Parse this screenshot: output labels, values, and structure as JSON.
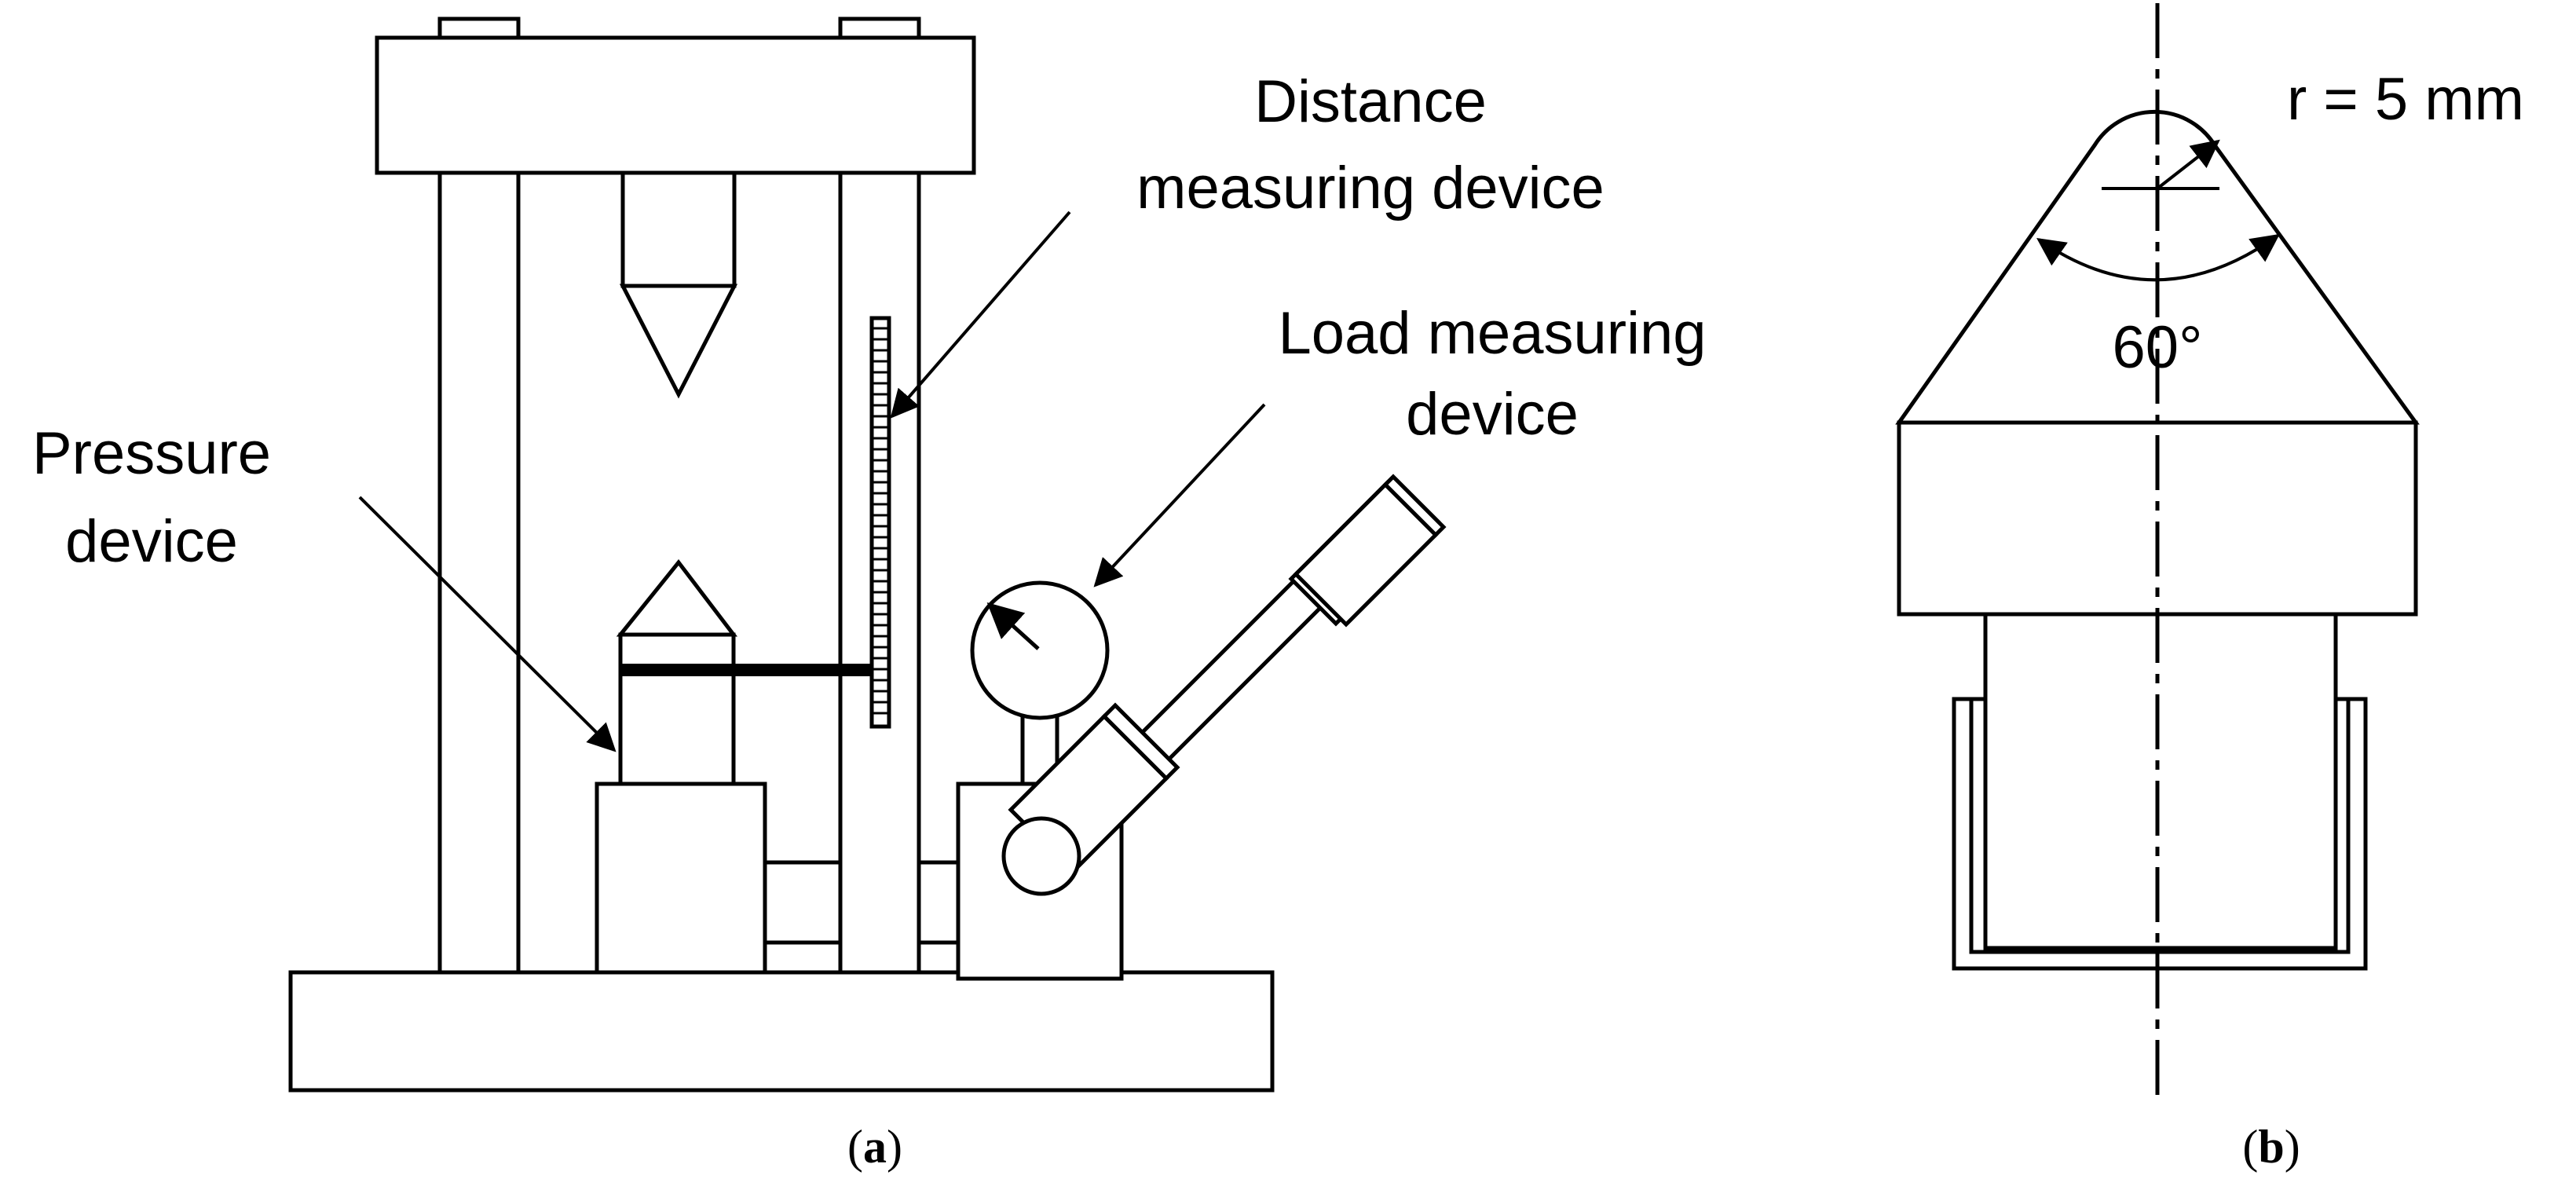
{
  "panel_a": {
    "labels": {
      "distance": [
        "Distance",
        "measuring device"
      ],
      "load": [
        "Load measuring",
        "device"
      ],
      "pressure": [
        "Pressure",
        "device"
      ]
    },
    "caption": {
      "open": "(",
      "letter": "a",
      "close": ")"
    }
  },
  "panel_b": {
    "radius_label": "r = 5 mm",
    "angle_label": "60°",
    "caption": {
      "open": "(",
      "letter": "b",
      "close": ")"
    }
  }
}
